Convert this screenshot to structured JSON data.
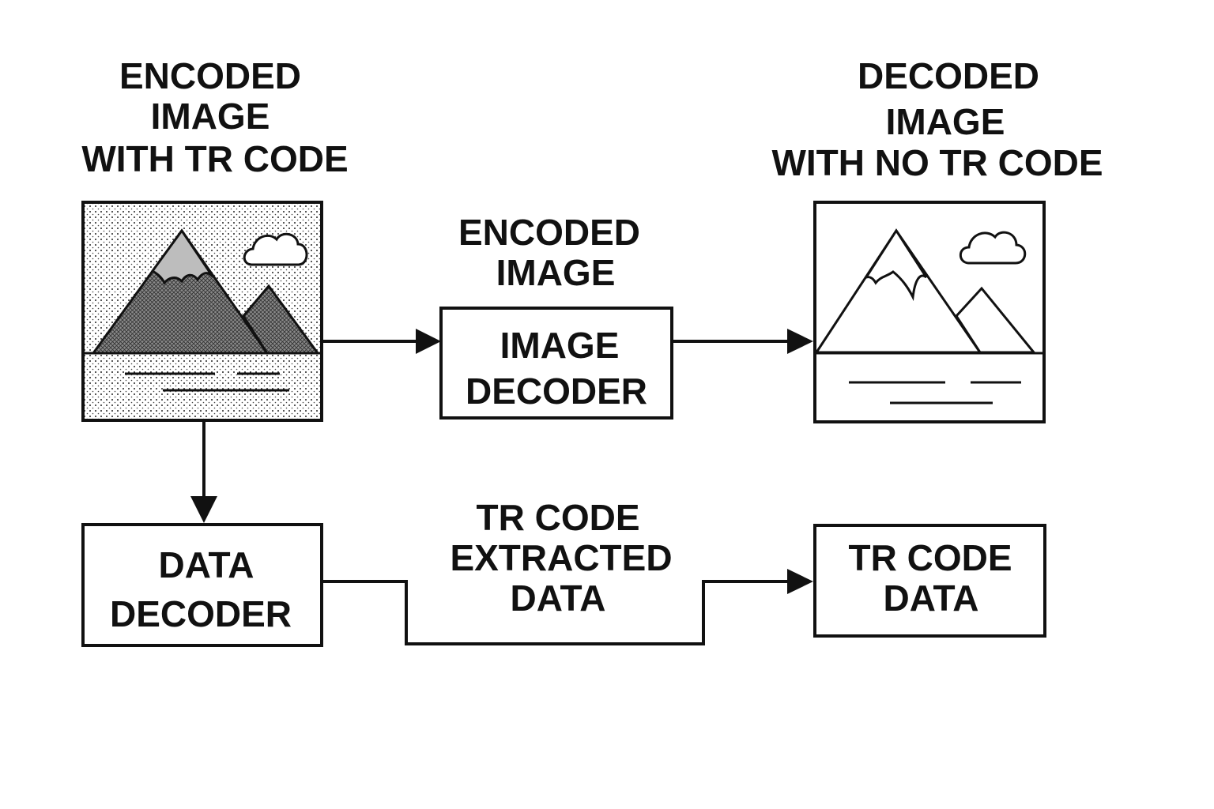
{
  "labels": {
    "encoded_image_with_tr_code": [
      "ENCODED",
      "IMAGE",
      "WITH TR CODE"
    ],
    "decoded_image_with_no_tr_code": [
      "DECODED",
      "IMAGE",
      "WITH NO TR CODE"
    ],
    "encoded_image": [
      "ENCODED",
      "IMAGE"
    ],
    "tr_code_extracted_data": [
      "TR CODE",
      "EXTRACTED",
      "DATA"
    ]
  },
  "boxes": {
    "image_decoder": [
      "IMAGE",
      "DECODER"
    ],
    "data_decoder": [
      "DATA",
      "DECODER"
    ],
    "tr_code_data": [
      "TR CODE",
      "DATA"
    ]
  },
  "icons": {
    "input_image": "landscape-mountain-cloud-icon-dotted",
    "output_image": "landscape-mountain-cloud-icon-clean"
  },
  "colors": {
    "stroke": "#111111",
    "background": "#ffffff"
  }
}
